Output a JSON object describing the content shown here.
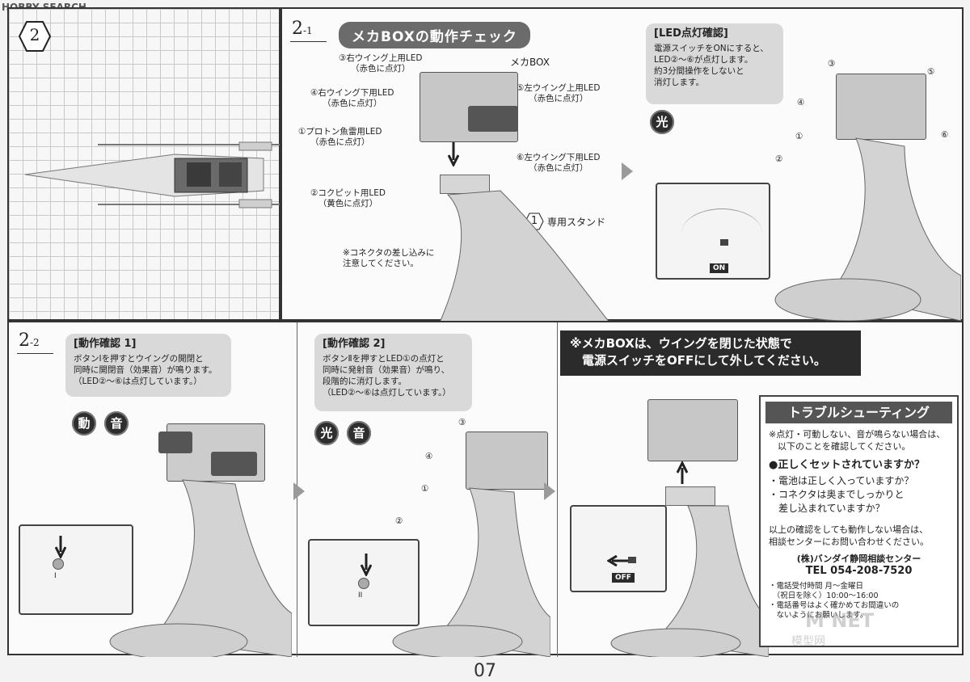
{
  "watermark": {
    "logo": "HOBBY SEARCH"
  },
  "step2": {
    "number": "2"
  },
  "section21": {
    "step": "2",
    "sub": "-1",
    "title": "メカBOXの動作チェック",
    "labels": {
      "led3": "③右ウイング上用LED\n（赤色に点灯）",
      "mecha": "メカBOX",
      "led4": "④右ウイング下用LED\n（赤色に点灯）",
      "led5": "⑤左ウイング上用LED\n（赤色に点灯）",
      "led1": "①プロトン魚雷用LED\n（赤色に点灯）",
      "led6": "⑥左ウイング下用LED\n（赤色に点灯）",
      "led2": "②コクピット用LED\n（黄色に点灯）",
      "stand_no": "1",
      "stand": "専用スタンド",
      "note": "※コネクタの差し込みに\n注意してください。"
    },
    "led_check": {
      "heading": "[LED点灯確認]",
      "body": "電源スイッチをONにすると、\nLED②〜⑥が点灯します。\n約3分間操作をしないと\n消灯します。"
    },
    "badge_light": "光",
    "on_label": "ON",
    "nums": [
      "③",
      "⑤",
      "④",
      "①",
      "⑥",
      "②"
    ]
  },
  "section22": {
    "step": "2",
    "sub": "-2",
    "check1": {
      "heading": "[動作確認 1]",
      "body": "ボタンⅠを押すとウイングの開閉と\n同時に開閉音（効果音）が鳴ります。\n（LED②〜⑥は点灯しています。）"
    },
    "check1_badges": [
      "動",
      "音"
    ],
    "check2": {
      "heading": "[動作確認 2]",
      "body": "ボタンⅡを押すとLED①の点灯と\n同時に発射音（効果音）が鳴り、\n段階的に消灯します。\n（LED②〜⑥は点灯しています。）"
    },
    "check2_badges": [
      "光",
      "音"
    ],
    "warning": "※メカBOXは、ウイングを閉じた状態で\n　電源スイッチをOFFにして外してください。",
    "off_label": "OFF",
    "nums2": [
      "③",
      "④",
      "①",
      "②"
    ],
    "btn_marks": [
      "I",
      "II"
    ]
  },
  "trouble": {
    "title": "トラブルシューティング",
    "intro": "※点灯・可動しない、音が鳴らない場合は、\n　以下のことを確認してください。",
    "q": "●正しくセットされていますか？",
    "items": "・電池は正しく入っていますか？\n・コネクタは奥までしっかりと\n　差し込まれていますか？",
    "after": "以上の確認をしても動作しない場合は、\n相談センターにお問い合わせください。",
    "center": "(株)バンダイ静岡相談センター",
    "tel": "TEL 054-208-7520",
    "hours": "・電話受付時間 月〜金曜日\n　（祝日を除く）10:00〜16:00\n・電話番号はよく確かめてお間違いの\n　ないようにお願いします。"
  },
  "watermark2": {
    "text": "M  NET",
    "sub": "模型网"
  },
  "page_number": "07"
}
